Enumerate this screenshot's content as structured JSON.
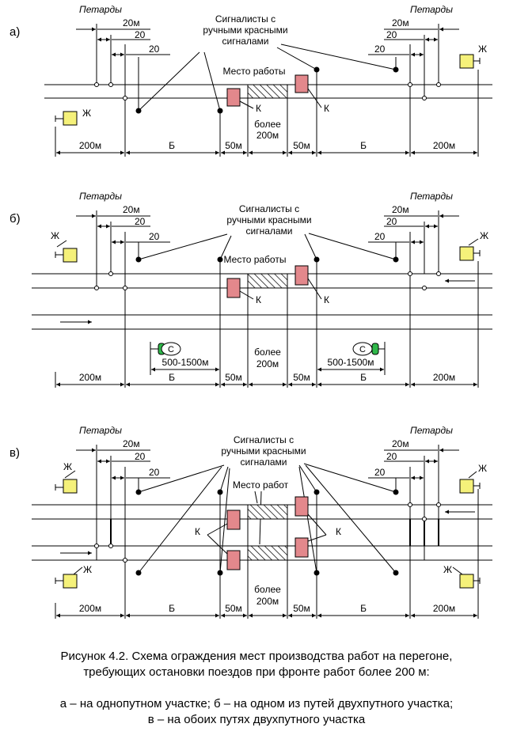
{
  "panels": {
    "a": {
      "letter": "а)",
      "petards_left": "Петарды",
      "petards_right": "Петарды",
      "d20m_l": "20м",
      "d20_l1": "20",
      "d20_l2": "20",
      "d20m_r": "20м",
      "d20_r1": "20",
      "d20_r2": "20",
      "signalmen": [
        "Сигналисты с",
        "ручными красными",
        "сигналами"
      ],
      "worksite": "Место работы",
      "k1": "К",
      "k2": "К",
      "signal_l": "Ж",
      "signal_r": "Ж",
      "more": [
        "более",
        "200м"
      ],
      "dims": {
        "d200_l": "200м",
        "b_l": "Б",
        "d50_l": "50м",
        "d50_r": "50м",
        "b_r": "Б",
        "d200_r": "200м"
      }
    },
    "b": {
      "letter": "б)",
      "petards_left": "Петарды",
      "petards_right": "Петарды",
      "d20m_l": "20м",
      "d20_l1": "20",
      "d20_l2": "20",
      "d20m_r": "20м",
      "d20_r1": "20",
      "d20_r2": "20",
      "signalmen": [
        "Сигналисты с",
        "ручными красными",
        "сигналами"
      ],
      "worksite": "Место работы",
      "k1": "К",
      "k2": "К",
      "signal_l": "Ж",
      "signal_r": "Ж",
      "c_l": "С",
      "c_r": "С",
      "range_l": "500-1500м",
      "range_r": "500-1500м",
      "more": [
        "более",
        "200м"
      ],
      "dims": {
        "d200_l": "200м",
        "b_l": "Б",
        "d50_l": "50м",
        "d50_r": "50м",
        "b_r": "Б",
        "d200_r": "200м"
      }
    },
    "c": {
      "letter": "в)",
      "petards_left": "Петарды",
      "petards_right": "Петарды",
      "d20m_l": "20м",
      "d20_l1": "20",
      "d20_l2": "20",
      "d20m_r": "20м",
      "d20_r1": "20",
      "d20_r2": "20",
      "signalmen": [
        "Сигналисты с",
        "ручными красными",
        "сигналами"
      ],
      "worksite": "Место работ",
      "k1": "К",
      "k2": "К",
      "signal_tl": "Ж",
      "signal_bl": "Ж",
      "signal_tr": "Ж",
      "signal_br": "Ж",
      "more": [
        "более",
        "200м"
      ],
      "dims": {
        "d200_l": "200м",
        "b_l": "Б",
        "d50_l": "50м",
        "d50_r": "50м",
        "b_r": "Б",
        "d200_r": "200м"
      }
    }
  },
  "caption": {
    "line1": "Рисунок 4.2. Схема ограждения мест производства работ на перегоне,",
    "line2": "требующих остановки поездов при фронте работ более 200 м:",
    "line3": "а – на однопутном участке; б – на одном из путей двухпутного участка;",
    "line4": "в – на обоих путях двухпутного участка"
  },
  "colors": {
    "red_signal": "#e3888c",
    "yellow_signal": "#f5f17a",
    "green_lamp": "#2fb84a",
    "line": "#000000"
  }
}
